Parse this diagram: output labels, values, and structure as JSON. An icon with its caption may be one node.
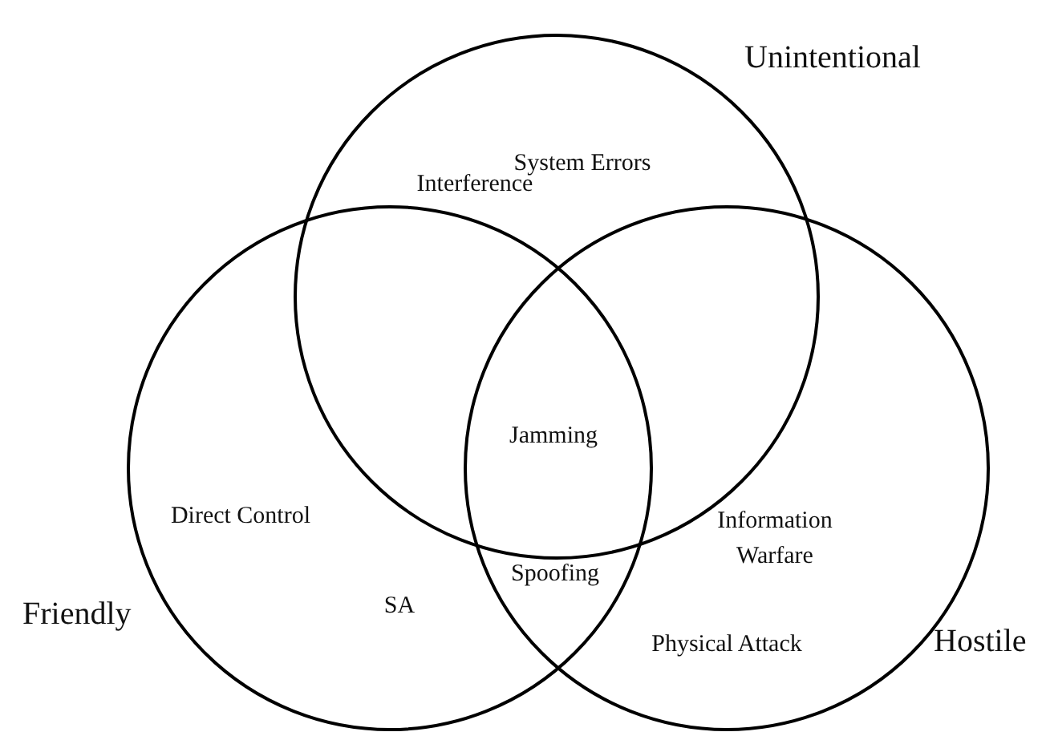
{
  "diagram": {
    "nodes": [
      {
        "text": [
          "Unintentional"
        ]
      },
      {
        "text": [
          "Friendly"
        ]
      },
      {
        "text": [
          "Hostile"
        ]
      }
    ],
    "labels": [
      "System Errors",
      "Interference",
      "Jamming",
      "Direct Control",
      "Information Warfare",
      "Spoofing",
      "SA",
      "Physical Attack"
    ]
  }
}
